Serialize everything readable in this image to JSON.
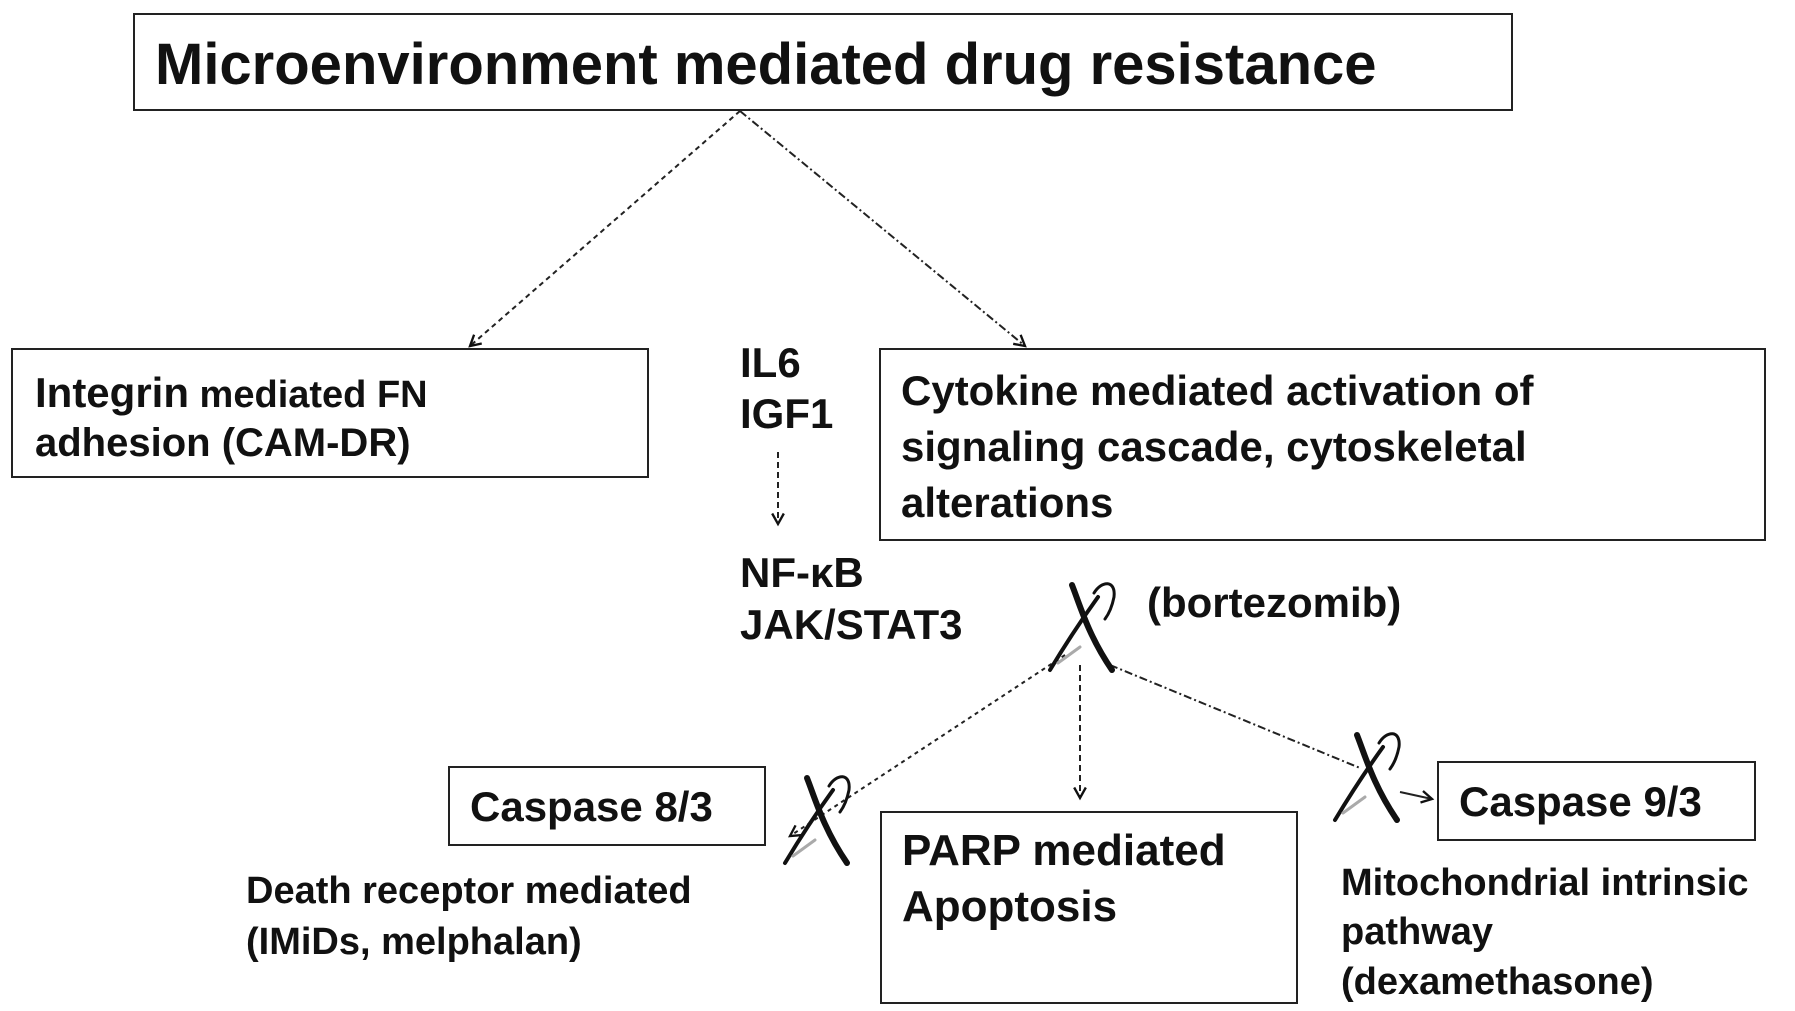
{
  "title": "Microenvironment mediated drug resistance",
  "integrin_box": {
    "line1_strong": "Integrin",
    "line1_rest": " mediated  FN",
    "line2": "adhesion (CAM-DR)"
  },
  "cytokines": [
    "IL6",
    "IGF1"
  ],
  "pathways": [
    "NF-κB",
    "JAK/STAT3"
  ],
  "cytokine_box": [
    "Cytokine mediated activation of",
    "signaling cascade, cytoskeletal",
    "alterations"
  ],
  "bortezomib_label": "(bortezomib)",
  "caspase83_label": "Caspase 8/3",
  "death_receptor_text": [
    "Death receptor mediated",
    "(IMiDs, melphalan)"
  ],
  "parp_box": [
    "PARP mediated",
    "Apoptosis"
  ],
  "caspase93_label": "Caspase 9/3",
  "mito_text": [
    "Mitochondrial intrinsic",
    "pathway",
    "(dexamethasone)"
  ],
  "colors": {
    "ink": "#111111",
    "background": "#ffffff"
  },
  "icons": [
    "inhibition-lambda-icon"
  ]
}
